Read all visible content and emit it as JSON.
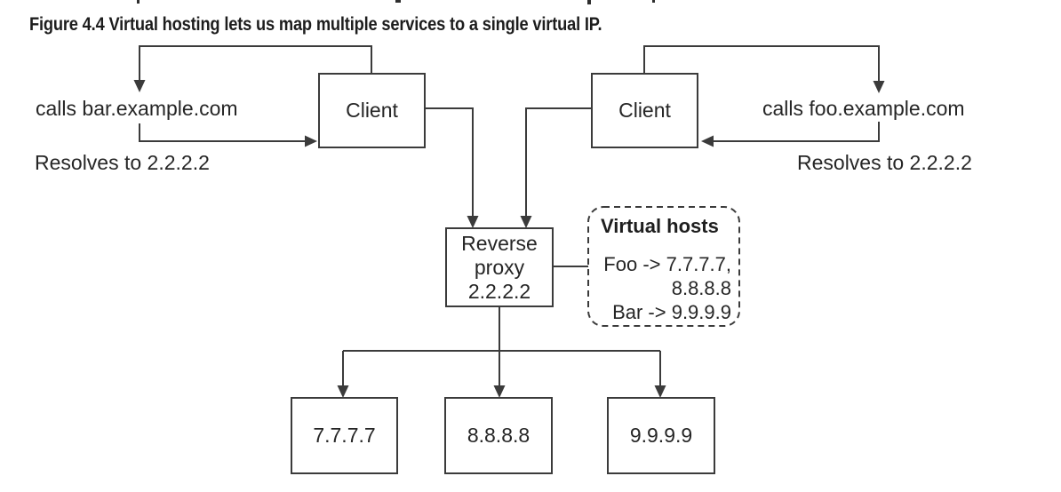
{
  "caption": "Figure 4.4 Virtual hosting lets us map multiple services to a single virtual IP.",
  "colors": {
    "background": "#ffffff",
    "line": "#3b3b3b",
    "text": "#262626"
  },
  "labels": {
    "calls_bar": "calls bar.example.com",
    "resolves_left": "Resolves to 2.2.2.2",
    "calls_foo": "calls foo.example.com",
    "resolves_right": "Resolves to 2.2.2.2"
  },
  "nodes": {
    "client_left": "Client",
    "client_right": "Client",
    "reverse_proxy": [
      "Reverse",
      "proxy",
      "2.2.2.2"
    ],
    "backend_1": "7.7.7.7",
    "backend_2": "8.8.8.8",
    "backend_3": "9.9.9.9"
  },
  "virtual_hosts": {
    "title": "Virtual hosts",
    "entries": [
      "Foo -> 7.7.7.7,",
      "8.8.8.8",
      "Bar -> 9.9.9.9"
    ]
  }
}
